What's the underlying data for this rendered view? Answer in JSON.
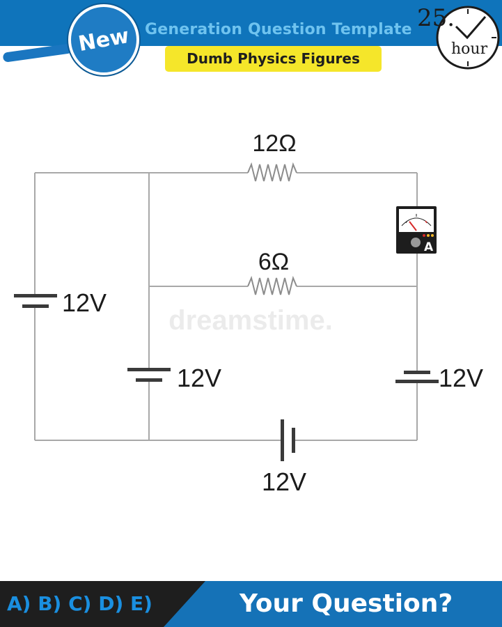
{
  "header": {
    "title": "Generation Question Template",
    "subtitle": "Dumb Physics Figures",
    "badge": "New",
    "clock_number": "25.",
    "clock_unit": "hour"
  },
  "circuit": {
    "resistor_top": "12Ω",
    "resistor_middle": "6Ω",
    "battery_left": "12V",
    "battery_center_left": "12V",
    "battery_right": "12V",
    "battery_bottom": "12V",
    "ammeter_label": "A"
  },
  "watermark": "dreamstime.",
  "footer": {
    "choices": "A) B) C) D) E)",
    "prompt": "Your Question?"
  },
  "colors": {
    "header_blue": "#0f74bb",
    "highlight_yellow": "#f5e62a",
    "footer_dark": "#1e1e1e",
    "footer_blue": "#1572b7",
    "wire_gray": "#a8a8a8"
  }
}
